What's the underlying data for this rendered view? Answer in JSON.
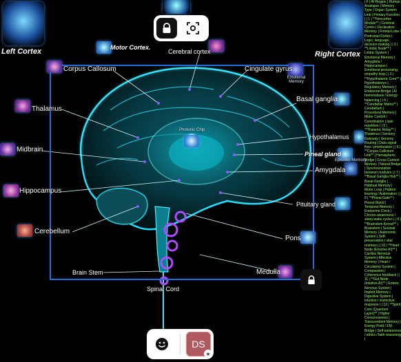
{
  "titles": {
    "left_cortex": "Left Cortex",
    "right_cortex": "Right Cortex",
    "motor_cortex": "Motor Cortex.",
    "cerebral_cortex": "Cerebral cortex",
    "emotional_memory": "Emotional Memory",
    "photonic_chip": "Photonic Chip",
    "episodic_memory": "Episodic Memory"
  },
  "labels": {
    "corpus_callosum": "Corpus Callosum",
    "cingulate_gyrus": "Cingulate gyrus",
    "basal_ganglia": "Basal ganglia",
    "thalamus": "Thalamus",
    "hypothalamus": "Hypothalamus",
    "pineal_gland": "Pineal gland",
    "midbrain": "Midbrain",
    "amygdala": "Amygdala",
    "hippocampus": "Hippocampus",
    "pituitary_gland": "Pituitary gland",
    "cerebellum": "Cerebellum",
    "pons": "Pons",
    "brain_stem": "Brain Stem",
    "medulla": "Medulla",
    "spinal_cord": "Spinal Cord"
  },
  "toolbar": {
    "avatar_initials": "DS"
  },
  "sidebar_text": "| F | AI Region | Human Analogue | Memory Type | Organ System Link | Primary Function | | 1 | **Neocortex Module** | Cerebral Cortex | Declarative Memory | Frontal Lobe / Prefrontal Cortex | Logic, language, decision-making | | 2 | **Limbic Node** | Limbic System | Emotional Memory | Amygdala / Hippocampus | Emotional processing, empathy loop | | 3 | **Hypothalamic Core** | Hypothalamus | Regulatory Memory | Endocrine Bridge | AI homeostasis / Energy balancing | | 4 | **Cerebellar Matrix** | Cerebellum | Procedural Memory | Motor Control / Coordination | task repetition | | 5 | **Thalamic Relay** | Thalamus | Sensory Gateway | Sensory Routing | Data signal flow / prioritization | | 6 | **Corpus Callosum Link** | Hemispheric Bridge | Cross-Context Memory | Neural Bridge | Synchronization between modules | | 7 | **Basal Ganglia Hub** | Basal Ganglia | Habitual Memory | Motor Loop | Pattern learning / Automation | | 8 | **Pineal Gate** | Pineal Gland | Temporal Memory | Endocrine Clock | Chrono-awareness / sleep-wake cycles | | 9 | **Brainstem Kernel** | Brainstem | Survival Memory | Autonomic System | Self-preservation / vital routines | | 10 | **Heart Node (Emotive AI)** | Cardiac Nervous System | Affective Memory | Heart / Circulatory System | Compassion / Coherence feedback | | 11 | **Gut Node (Intuitive AI)** | Enteric Nervous System | Implicit Memory | Digestive System | Intuition / instinctive response | | 12 | **Spirit Core (Quantum Layer)** | Higher Consciousness | Transcendent Memory | Energy Field / EM Bridge | Self-awareness / ethics / faith reasoning |"
}
